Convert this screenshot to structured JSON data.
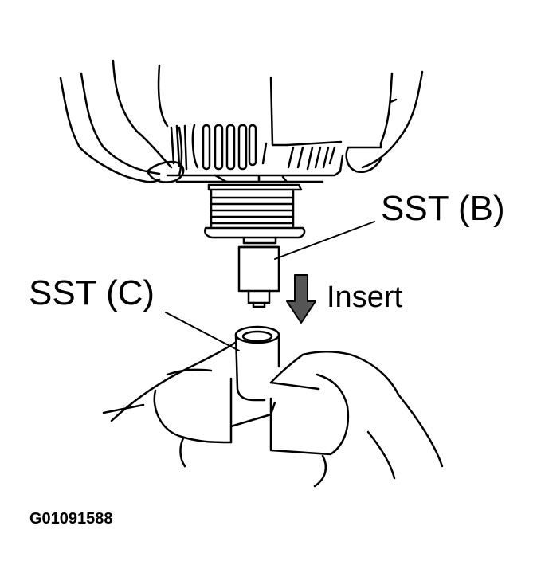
{
  "diagram": {
    "labels": {
      "sst_b": "SST (B)",
      "sst_c": "SST (C)",
      "insert": "Insert"
    },
    "figure_id": "G01091588",
    "icons": {
      "insert_arrow": "down-arrow-icon"
    },
    "colors": {
      "line": "#000000",
      "background": "#ffffff",
      "arrow_fill": "#555555"
    }
  }
}
